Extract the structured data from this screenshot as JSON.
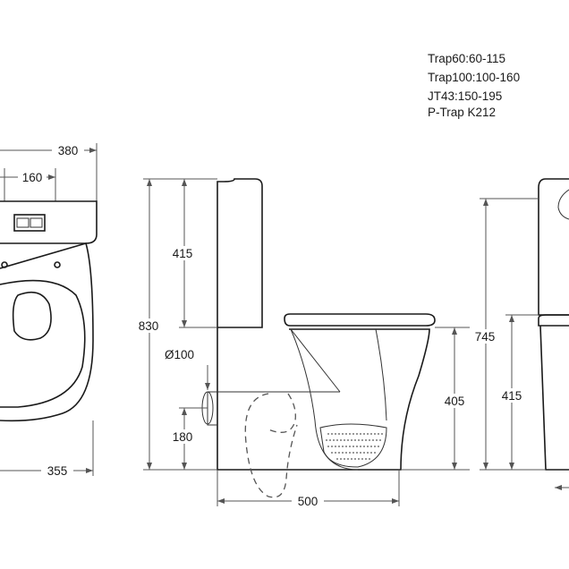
{
  "notes": [
    "Trap60:60-115",
    "Trap100:100-160",
    "JT43:150-195",
    "P-Trap K212"
  ],
  "dimensions": {
    "top_width": "380",
    "button_width": "160",
    "bottom_width": "355",
    "tank_height": "415",
    "total_height": "830",
    "outlet_diameter": "Ø100",
    "trap_height": "180",
    "seat_height": "405",
    "depth": "500",
    "side_total_height": "745",
    "side_seat_height": "415"
  }
}
